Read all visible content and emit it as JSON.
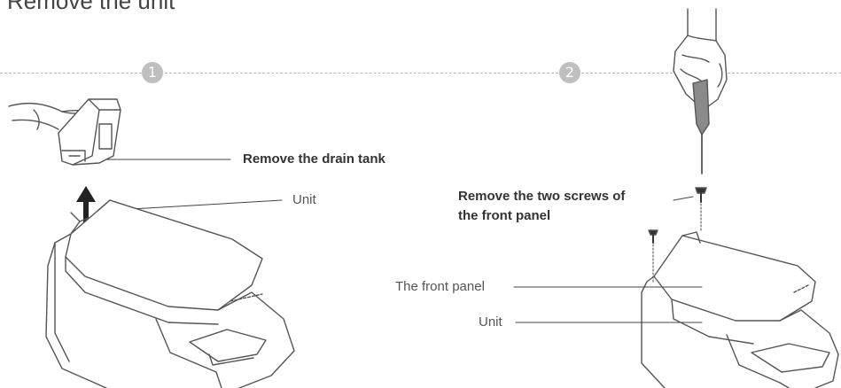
{
  "title": "Remove the unit",
  "steps": [
    "1",
    "2"
  ],
  "labels": {
    "remove_drain_tank": "Remove the drain tank",
    "unit_left": "Unit",
    "remove_screws_line1": "Remove the two screws of",
    "remove_screws_line2": "the front panel",
    "front_panel": "The front panel",
    "unit_right": "Unit"
  }
}
